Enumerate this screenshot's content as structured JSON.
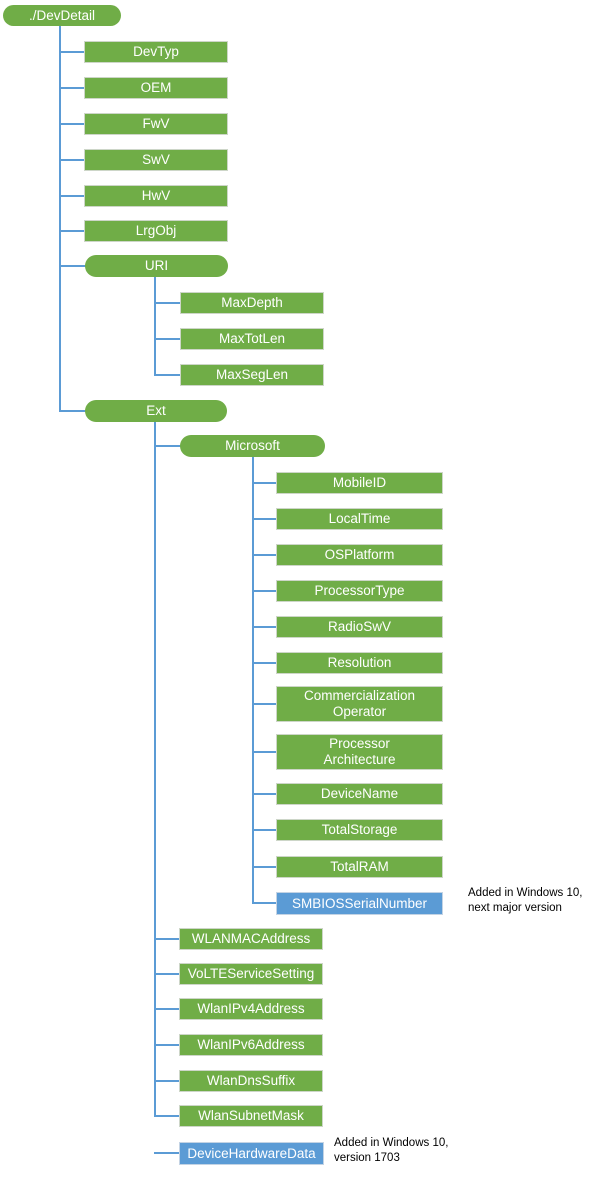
{
  "colors": {
    "node_green": "#70AD47",
    "node_blue": "#5B9BD5",
    "connector_blue": "#5B9BD5",
    "node_text": "#FFFFFF",
    "annotation_text": "#000000"
  },
  "nodes": [
    {
      "label": "./DevDetail",
      "shape": "pill",
      "color": "green"
    },
    {
      "label": "DevTyp",
      "shape": "rect",
      "color": "green"
    },
    {
      "label": "OEM",
      "shape": "rect",
      "color": "green"
    },
    {
      "label": "FwV",
      "shape": "rect",
      "color": "green"
    },
    {
      "label": "SwV",
      "shape": "rect",
      "color": "green"
    },
    {
      "label": "HwV",
      "shape": "rect",
      "color": "green"
    },
    {
      "label": "LrgObj",
      "shape": "rect",
      "color": "green"
    },
    {
      "label": "URI",
      "shape": "pill",
      "color": "green"
    },
    {
      "label": "MaxDepth",
      "shape": "rect",
      "color": "green"
    },
    {
      "label": "MaxTotLen",
      "shape": "rect",
      "color": "green"
    },
    {
      "label": "MaxSegLen",
      "shape": "rect",
      "color": "green"
    },
    {
      "label": "Ext",
      "shape": "pill",
      "color": "green"
    },
    {
      "label": "Microsoft",
      "shape": "pill",
      "color": "green"
    },
    {
      "label": "MobileID",
      "shape": "rect",
      "color": "green"
    },
    {
      "label": "LocalTime",
      "shape": "rect",
      "color": "green"
    },
    {
      "label": "OSPlatform",
      "shape": "rect",
      "color": "green"
    },
    {
      "label": "ProcessorType",
      "shape": "rect",
      "color": "green"
    },
    {
      "label": "RadioSwV",
      "shape": "rect",
      "color": "green"
    },
    {
      "label": "Resolution",
      "shape": "rect",
      "color": "green"
    },
    {
      "label": "Commercialization Operator",
      "shape": "rect",
      "color": "green"
    },
    {
      "label": "Processor Architecture",
      "shape": "rect",
      "color": "green"
    },
    {
      "label": "DeviceName",
      "shape": "rect",
      "color": "green"
    },
    {
      "label": "TotalStorage",
      "shape": "rect",
      "color": "green"
    },
    {
      "label": "TotalRAM",
      "shape": "rect",
      "color": "green"
    },
    {
      "label": "SMBIOSSerialNumber",
      "shape": "rect",
      "color": "blue",
      "note_lines": [
        "Added in Windows 10,",
        "next major version"
      ]
    },
    {
      "label": "WLANMACAddress",
      "shape": "rect",
      "color": "green"
    },
    {
      "label": "VoLTEServiceSetting",
      "shape": "rect",
      "color": "green"
    },
    {
      "label": "WlanIPv4Address",
      "shape": "rect",
      "color": "green"
    },
    {
      "label": "WlanIPv6Address",
      "shape": "rect",
      "color": "green"
    },
    {
      "label": "WlanDnsSuffix",
      "shape": "rect",
      "color": "green"
    },
    {
      "label": "WlanSubnetMask",
      "shape": "rect",
      "color": "green"
    },
    {
      "label": "DeviceHardwareData",
      "shape": "rect",
      "color": "blue",
      "note_lines": [
        "Added in Windows 10,",
        "version 1703"
      ]
    }
  ]
}
